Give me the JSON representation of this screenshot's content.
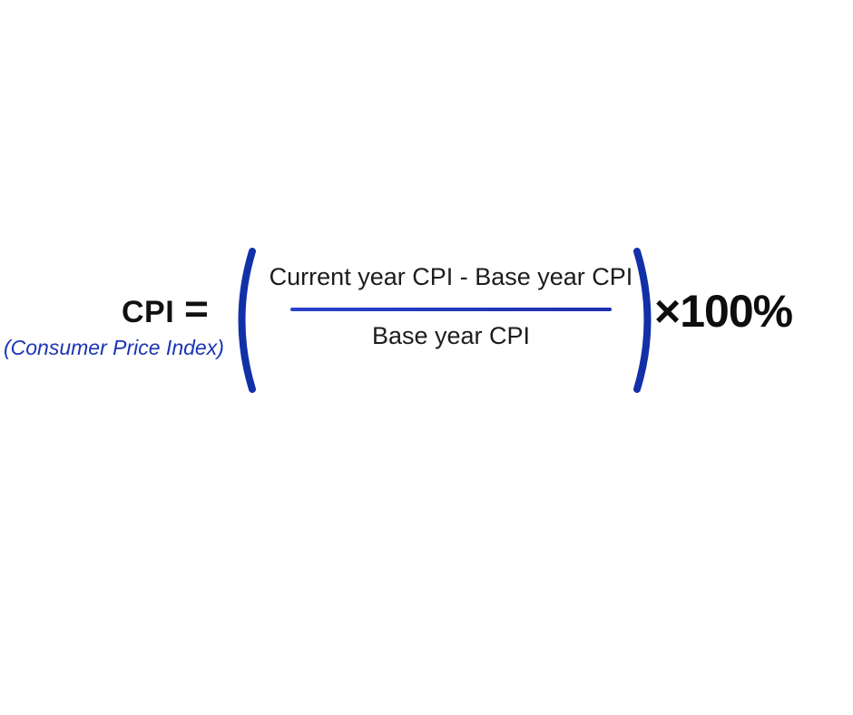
{
  "formula": {
    "lhs_label": "CPI",
    "lhs_sublabel": "(Consumer Price Index)",
    "equals": "=",
    "fraction": {
      "numerator": "Current year CPI - Base year CPI",
      "denominator": "Base year CPI"
    },
    "multiplier": "×100%"
  },
  "colors": {
    "parenthesis": "#1230a8",
    "fraction_line": "#2138c0",
    "accent_text": "#1b35b5",
    "formula_text": "#111111",
    "background": "#ffffff"
  }
}
